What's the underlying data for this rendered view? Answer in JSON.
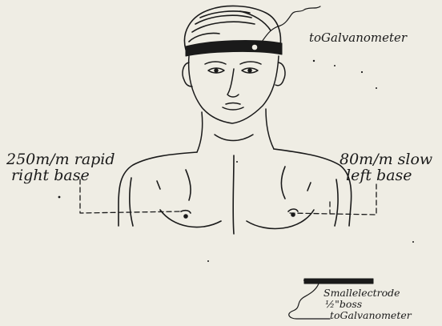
{
  "labels": {
    "head_connection": "toGalvanometer",
    "right_side": {
      "line1": "250m/m rapid",
      "line2": "right base"
    },
    "left_side": {
      "line1": "80m/m slow",
      "line2": "left base"
    },
    "electrode": {
      "line1": "Smallelectrode",
      "line2": "½\"boss",
      "line3": "toGalvanometer"
    }
  },
  "colors": {
    "paper": "#efede4",
    "ink": "#1a1a1a"
  }
}
